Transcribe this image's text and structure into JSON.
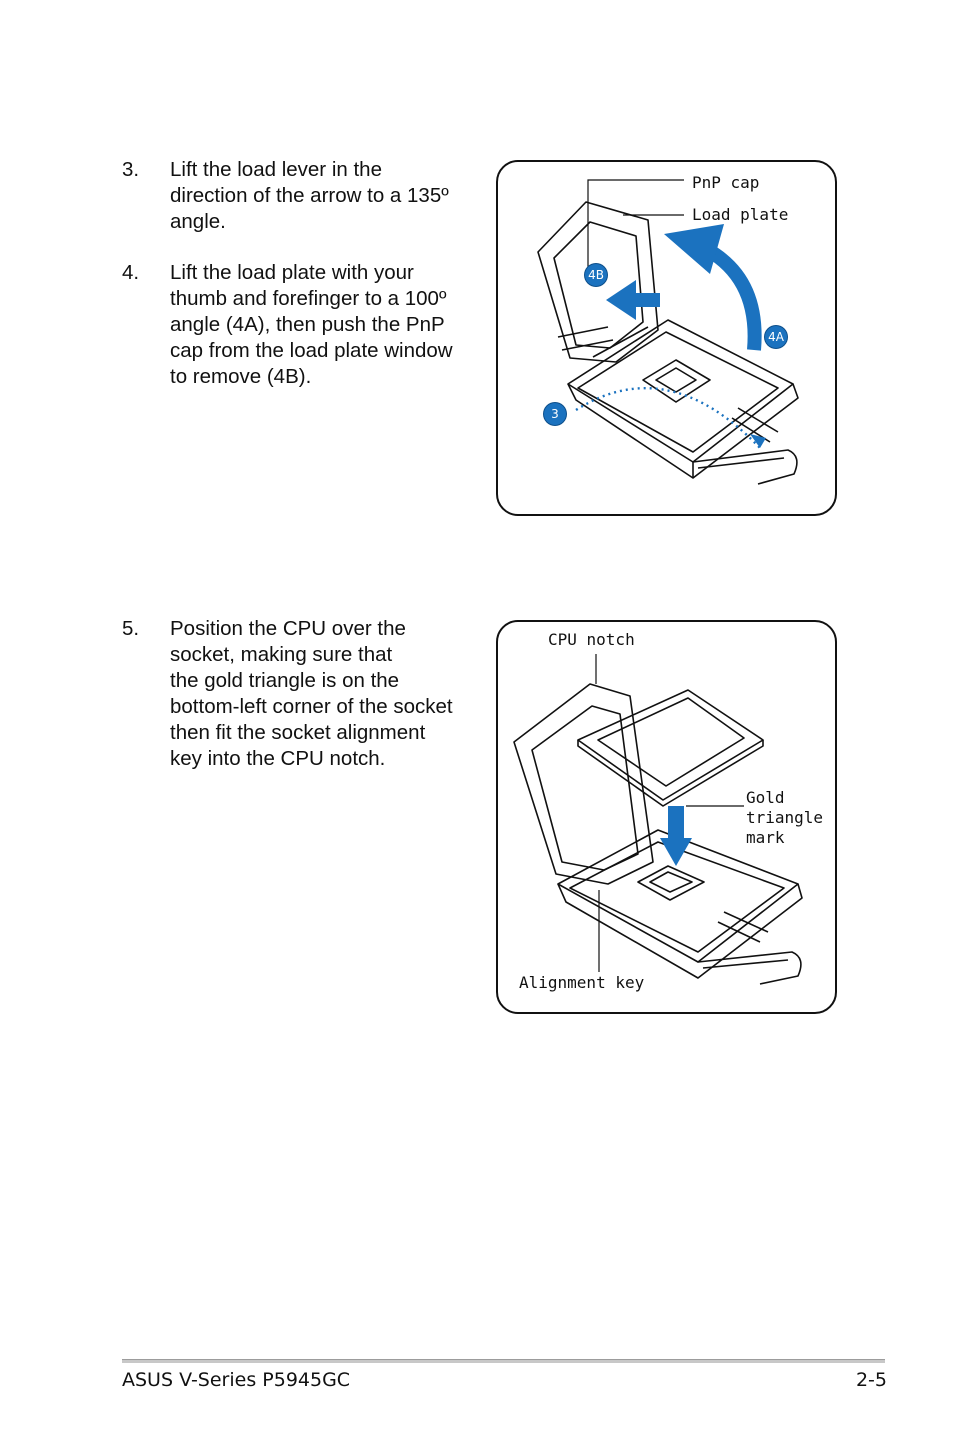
{
  "step3": {
    "number": "3.",
    "lines": [
      "Lift the load lever in the",
      "direction of the arrow to a 135º",
      "angle."
    ]
  },
  "step4": {
    "number": "4.",
    "lines": [
      "Lift the load plate with your",
      "thumb and forefinger to a 100º",
      "angle (4A), then push the PnP",
      "cap from the load plate window",
      "to remove (4B)."
    ]
  },
  "step5": {
    "number": "5.",
    "lines": [
      "Position the CPU over the",
      "socket, making sure that",
      "the gold triangle is on the",
      "bottom-left corner of the socket",
      "then fit the socket alignment",
      "key into the CPU notch."
    ]
  },
  "figure1": {
    "labels": {
      "pnp_cap": "PnP cap",
      "load_plate": "Load plate"
    },
    "badges": {
      "b4b": "4B",
      "b4a": "4A",
      "b3": "3"
    },
    "arrow_color": "#1b72bf"
  },
  "figure2": {
    "labels": {
      "cpu_notch": "CPU notch",
      "gold_1": "Gold",
      "gold_2": "triangle",
      "gold_3": "mark",
      "alignment_key": "Alignment key"
    },
    "arrow_color": "#1b72bf"
  },
  "footer": {
    "left": "ASUS V-Series P5945GC",
    "right": "2-5"
  }
}
